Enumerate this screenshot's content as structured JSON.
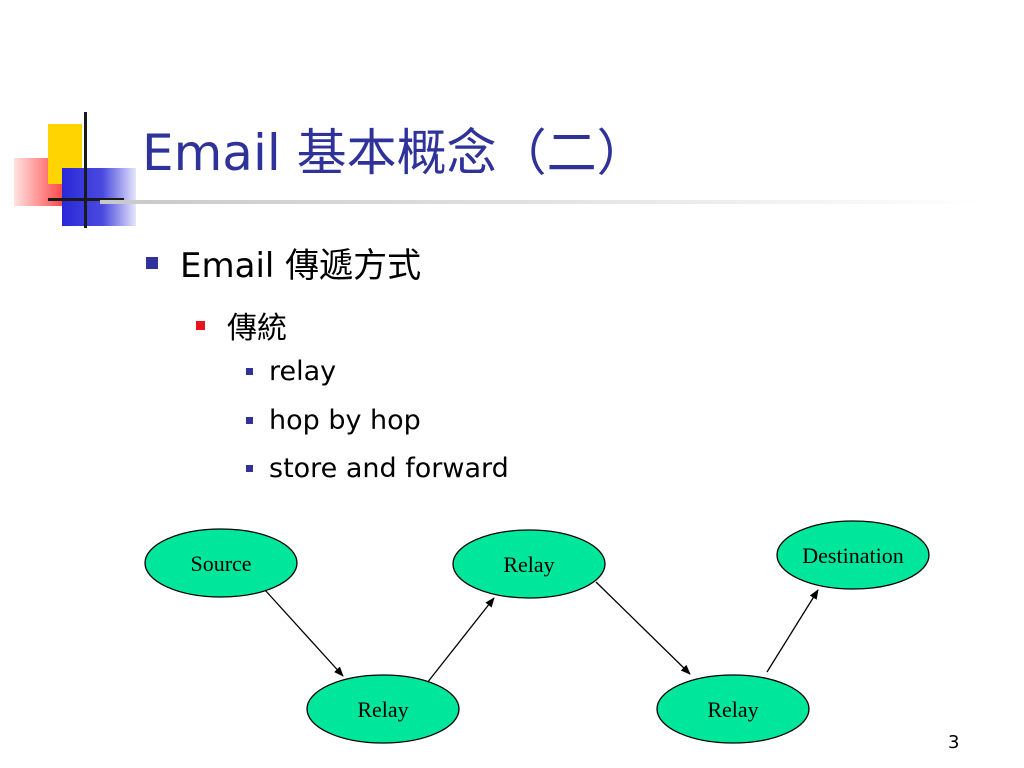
{
  "slide": {
    "title": "Email 基本概念（二）",
    "bullets": {
      "level1": "Email 傳遞方式",
      "level2": "傳統",
      "level3": [
        "relay",
        "hop by hop",
        "store and forward"
      ]
    },
    "diagram": {
      "nodes": [
        "Source",
        "Relay",
        "Relay",
        "Relay",
        "Destination"
      ],
      "node_color": "#00e69a"
    },
    "page_number": "3"
  },
  "colors": {
    "title": "#2f3399",
    "bullet_level1": "#2f3399",
    "bullet_level2": "#e8141b",
    "bullet_level3": "#2f3399"
  }
}
